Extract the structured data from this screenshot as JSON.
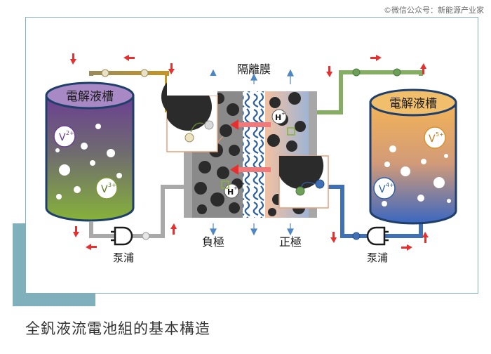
{
  "watermark": "©微信公众号：新能源产业家",
  "caption": "全釩液流電池組的基本構造",
  "labels": {
    "membrane": "隔離膜",
    "tank_left": "電解液槽",
    "tank_right": "電解液槽",
    "pump_left": "泵浦",
    "pump_right": "泵浦",
    "electrode_negative": "負極",
    "electrode_positive": "正極",
    "ion_v2": "V",
    "ion_v2_sup": "2+",
    "ion_v3": "V",
    "ion_v3_sup": "3+",
    "ion_v5": "V",
    "ion_v5_sup": "5+",
    "ion_v4": "V",
    "ion_v4_sup": "4+",
    "proton_1": "H",
    "proton_1_sup": "+",
    "proton_2": "H",
    "proton_2_sup": "+"
  },
  "colors": {
    "frame": "#7fb0bb",
    "arrow_red": "#e53030",
    "tank_left_top": "#7b4fa0",
    "tank_left_bottom": "#7fa035",
    "tank_right_top": "#f2b35a",
    "tank_right_bottom": "#3d6ec3",
    "pipe_left_top": "#b08a2c",
    "pipe_right_top": "#79a35a",
    "pipe_right_bottom": "#3f6fb5",
    "pipe_left_bottom": "#a8a8a8"
  }
}
